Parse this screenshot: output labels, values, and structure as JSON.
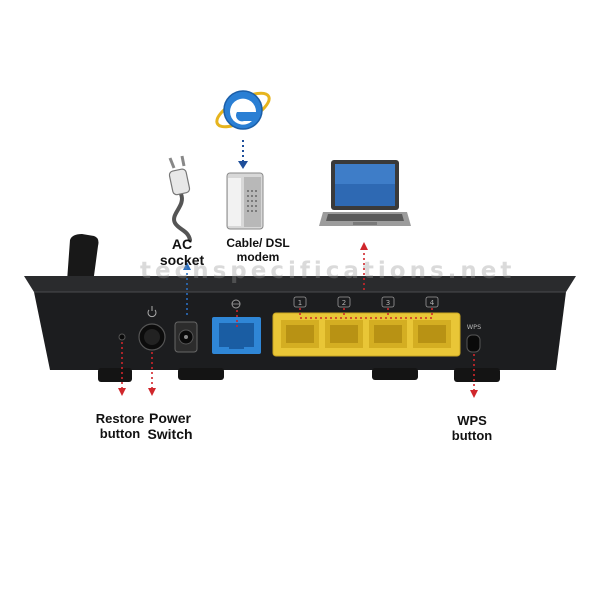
{
  "labels": {
    "ac_socket": "AC socket",
    "modem": "Cable/ DSL modem",
    "restore": "Restore button",
    "power": "Power Switch",
    "wps": "WPS button"
  },
  "router": {
    "wps_text": "WPS",
    "port_numbers": [
      "1",
      "2",
      "3",
      "4"
    ]
  },
  "watermark": "techspecifications.net",
  "icons": {
    "browser": "internet-explorer-icon",
    "laptop": "laptop-icon",
    "plug": "power-plug-icon",
    "modem": "modem-icon"
  },
  "colors": {
    "router_body": "#1c1d1f",
    "lan_ports": "#e9c637",
    "wan_port": "#2f86d6",
    "leader_line": "#d0262b",
    "ie_blue": "#2a7fd4"
  }
}
